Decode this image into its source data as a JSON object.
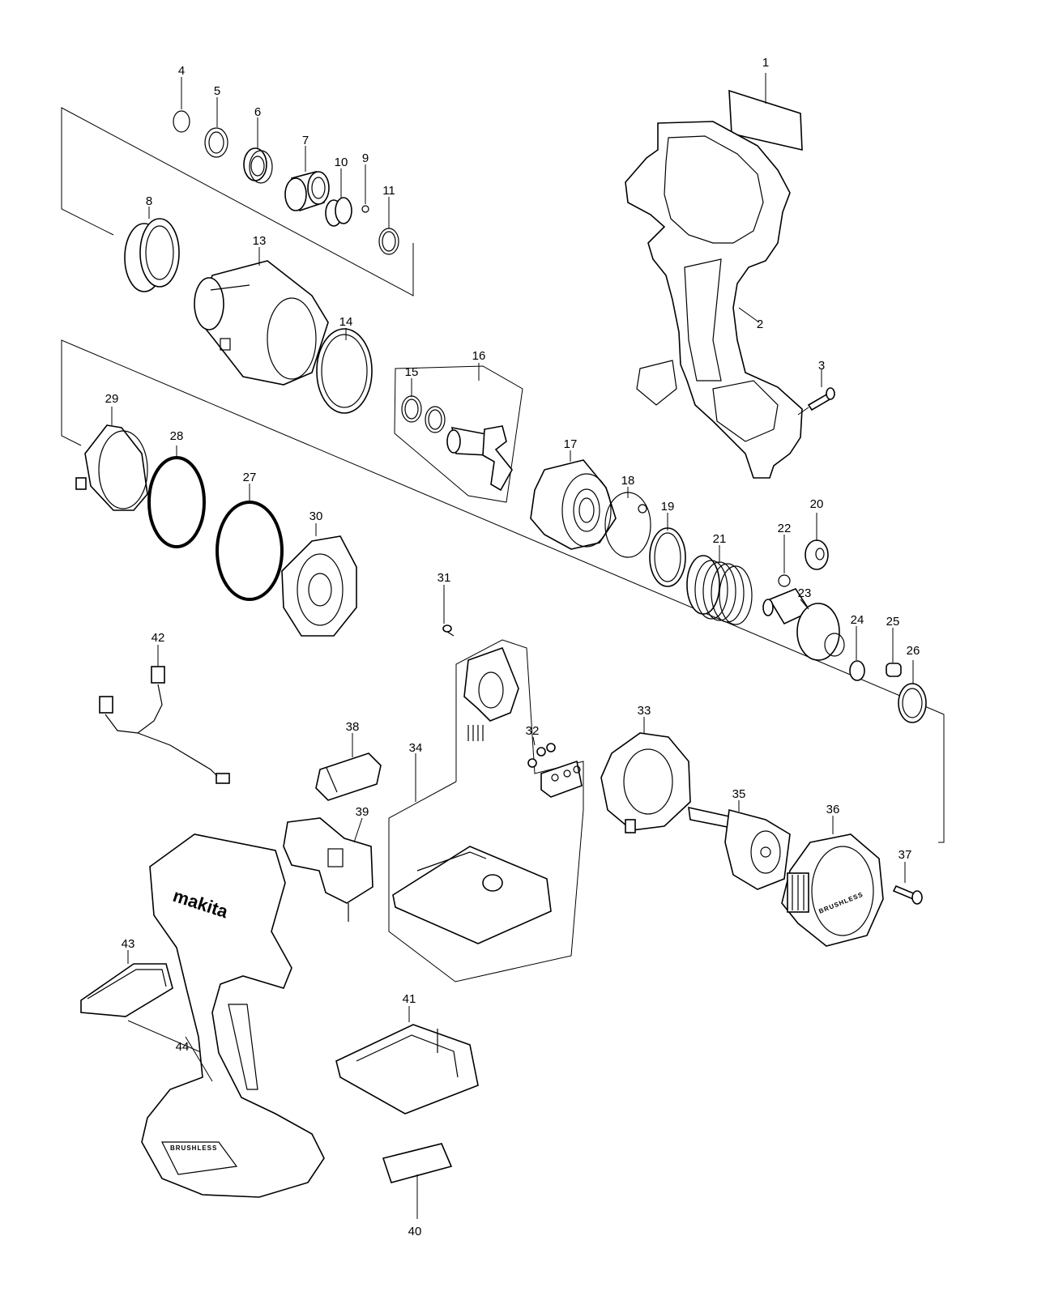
{
  "diagram": {
    "callouts": [
      "1",
      "2",
      "3",
      "4",
      "5",
      "6",
      "7",
      "8",
      "9",
      "10",
      "11",
      "13",
      "14",
      "15",
      "16",
      "17",
      "18",
      "19",
      "20",
      "21",
      "22",
      "23",
      "24",
      "25",
      "26",
      "27",
      "28",
      "29",
      "30",
      "31",
      "32",
      "33",
      "34",
      "35",
      "36",
      "37",
      "38",
      "39",
      "40",
      "41",
      "42",
      "43",
      "44"
    ],
    "housing_logo_text": "makita",
    "badge_text": "BRUSHLESS"
  }
}
